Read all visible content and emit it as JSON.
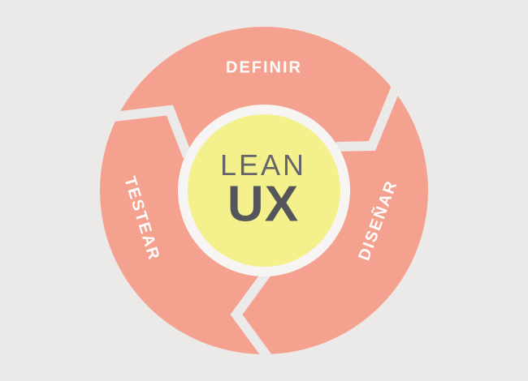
{
  "diagram": {
    "name": "Lean UX cycle",
    "center": {
      "title_line1": "LEAN",
      "title_line2": "UX"
    },
    "stages": [
      {
        "label": "DEFINIR",
        "position": "top"
      },
      {
        "label": "DISEÑAR",
        "position": "right"
      },
      {
        "label": "TESTEAR",
        "position": "left"
      }
    ],
    "flow_direction": "clockwise",
    "colors": {
      "background": "#ECEAE9",
      "cycle_ring": "#F4A28F",
      "gap_divider": "#ECEAE9",
      "center_ring_border": "#F6F5F4",
      "center_circle": "#F4F18D",
      "stage_label_text": "#FDFDFD",
      "title_line1_text": "#64656A",
      "title_line2_text": "#55565B"
    }
  }
}
